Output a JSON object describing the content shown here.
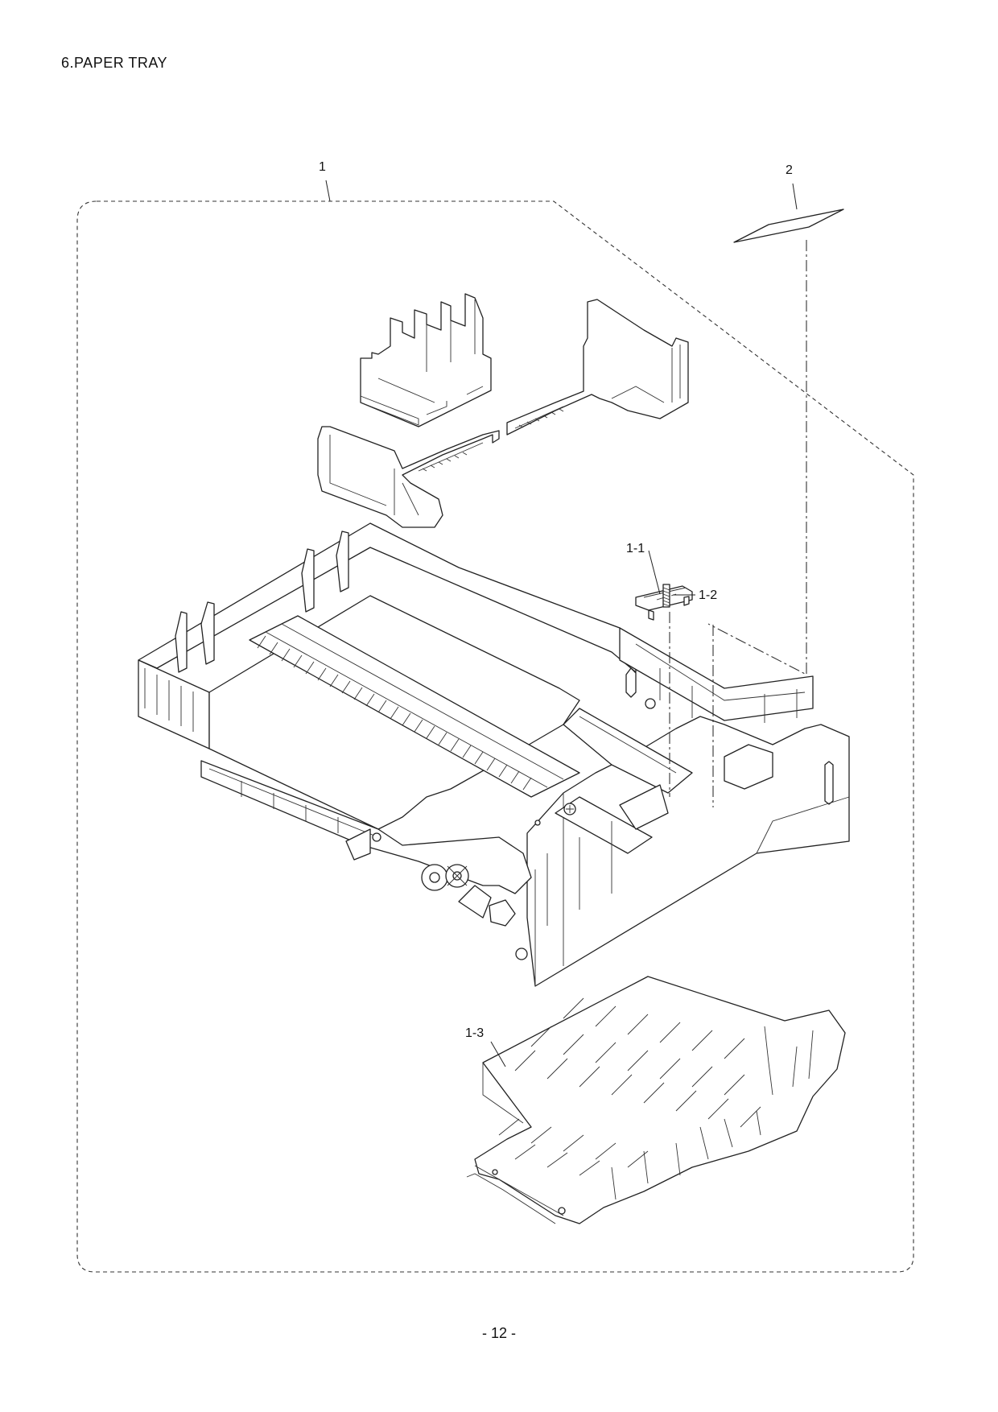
{
  "document": {
    "section_title": "6.PAPER TRAY",
    "page_number": "- 12 -"
  },
  "callouts": [
    {
      "id": "1",
      "label": "1"
    },
    {
      "id": "2",
      "label": "2"
    },
    {
      "id": "1-1",
      "label": "1-1"
    },
    {
      "id": "1-2",
      "label": "1-2"
    },
    {
      "id": "1-3",
      "label": "1-3"
    }
  ]
}
